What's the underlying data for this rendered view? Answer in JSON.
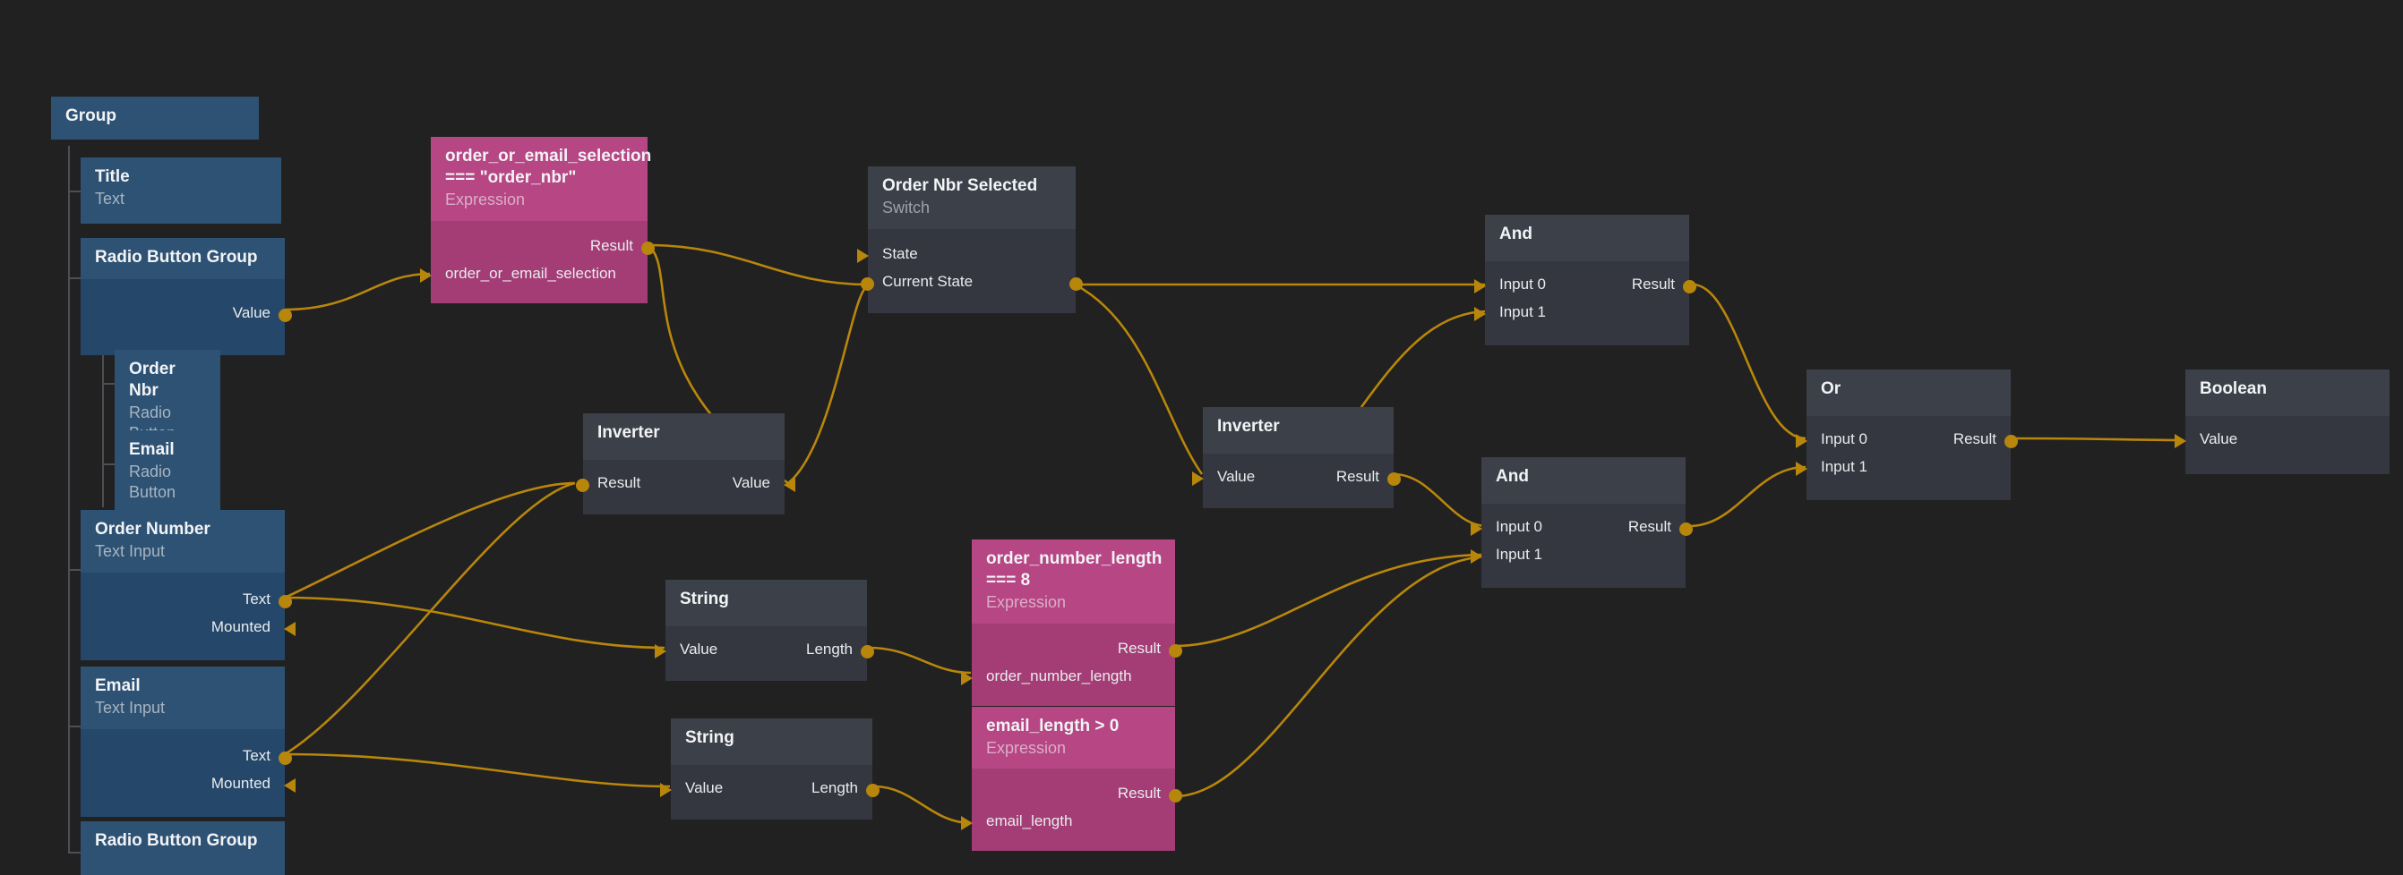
{
  "app": {
    "background": "#212121",
    "wire_color": "#b8860b",
    "ui_node_color": "#2d5274",
    "logic_node_color": "#3c4049",
    "expression_node_color": "#b74684"
  },
  "nodes": {
    "group": {
      "title": "Group",
      "subtitle": ""
    },
    "title_text": {
      "title": "Title",
      "subtitle": "Text"
    },
    "radio_group_1": {
      "title": "Radio Button Group",
      "subtitle": "",
      "port_value": "Value"
    },
    "radio_order_nbr": {
      "title": "Order Nbr",
      "subtitle": "Radio Button"
    },
    "radio_email": {
      "title": "Email",
      "subtitle": "Radio Button"
    },
    "order_number_input": {
      "title": "Order Number",
      "subtitle": "Text Input",
      "port_text": "Text",
      "port_mounted": "Mounted"
    },
    "email_input": {
      "title": "Email",
      "subtitle": "Text Input",
      "port_text": "Text",
      "port_mounted": "Mounted"
    },
    "radio_group_2": {
      "title": "Radio Button Group",
      "subtitle": ""
    },
    "expr_selection": {
      "title": "order_or_email_selection\n=== \"order_nbr\"",
      "subtitle": "Expression",
      "port_result": "Result",
      "port_input": "order_or_email_selection"
    },
    "switch_order_nbr": {
      "title": "Order Nbr Selected",
      "subtitle": "Switch",
      "port_state": "State",
      "port_current_state": "Current State"
    },
    "inverter_left": {
      "title": "Inverter",
      "subtitle": "",
      "port_result": "Result",
      "port_value": "Value"
    },
    "inverter_right": {
      "title": "Inverter",
      "subtitle": "",
      "port_value": "Value",
      "port_result": "Result"
    },
    "string_order": {
      "title": "String",
      "subtitle": "",
      "port_value": "Value",
      "port_length": "Length"
    },
    "string_email": {
      "title": "String",
      "subtitle": "",
      "port_value": "Value",
      "port_length": "Length"
    },
    "expr_order_len": {
      "title": "order_number_length\n=== 8",
      "subtitle": "Expression",
      "port_result": "Result",
      "port_input": "order_number_length"
    },
    "expr_email_len": {
      "title": "email_length > 0",
      "subtitle": "Expression",
      "port_result": "Result",
      "port_input": "email_length"
    },
    "and_top": {
      "title": "And",
      "subtitle": "",
      "port_input0": "Input 0",
      "port_input1": "Input 1",
      "port_result": "Result"
    },
    "and_bottom": {
      "title": "And",
      "subtitle": "",
      "port_input0": "Input 0",
      "port_input1": "Input 1",
      "port_result": "Result"
    },
    "or_node": {
      "title": "Or",
      "subtitle": "",
      "port_input0": "Input 0",
      "port_input1": "Input 1",
      "port_result": "Result"
    },
    "boolean_node": {
      "title": "Boolean",
      "subtitle": "",
      "port_value": "Value"
    }
  }
}
